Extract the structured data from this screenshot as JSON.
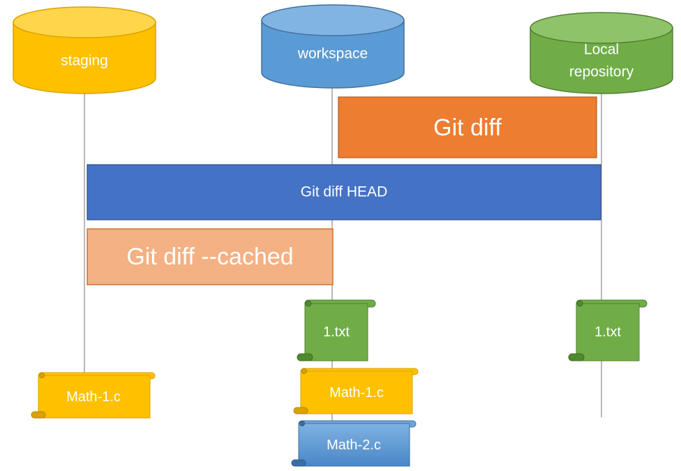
{
  "stores": {
    "staging": {
      "label": "staging",
      "color": "#ffc000",
      "edge": "#d9a300"
    },
    "workspace": {
      "label": "workspace",
      "color": "#5b9bd5",
      "edge": "#41719c"
    },
    "local": {
      "label_line1": "Local",
      "label_line2": "repository",
      "color": "#70ad47",
      "edge": "#507e32"
    }
  },
  "commands": {
    "git_diff": {
      "label": "Git diff",
      "color": "#ed7d31",
      "edge": "#ae5a21"
    },
    "git_diff_head": {
      "label": "Git diff HEAD",
      "color": "#4472c4",
      "edge": "#2f528f"
    },
    "git_diff_cached": {
      "label": "Git diff --cached",
      "color": "#f4b183",
      "edge": "#c55a11"
    }
  },
  "files": {
    "workspace_txt": {
      "label": "1.txt",
      "color": "#70ad47"
    },
    "local_txt": {
      "label": "1.txt",
      "color": "#70ad47"
    },
    "staging_math1": {
      "label": "Math-1.c",
      "color": "#ffc000"
    },
    "workspace_math1": {
      "label": "Math-1.c",
      "color": "#ffc000"
    },
    "workspace_math2": {
      "label": "Math-2.c",
      "color": "#5b9bd5"
    }
  }
}
